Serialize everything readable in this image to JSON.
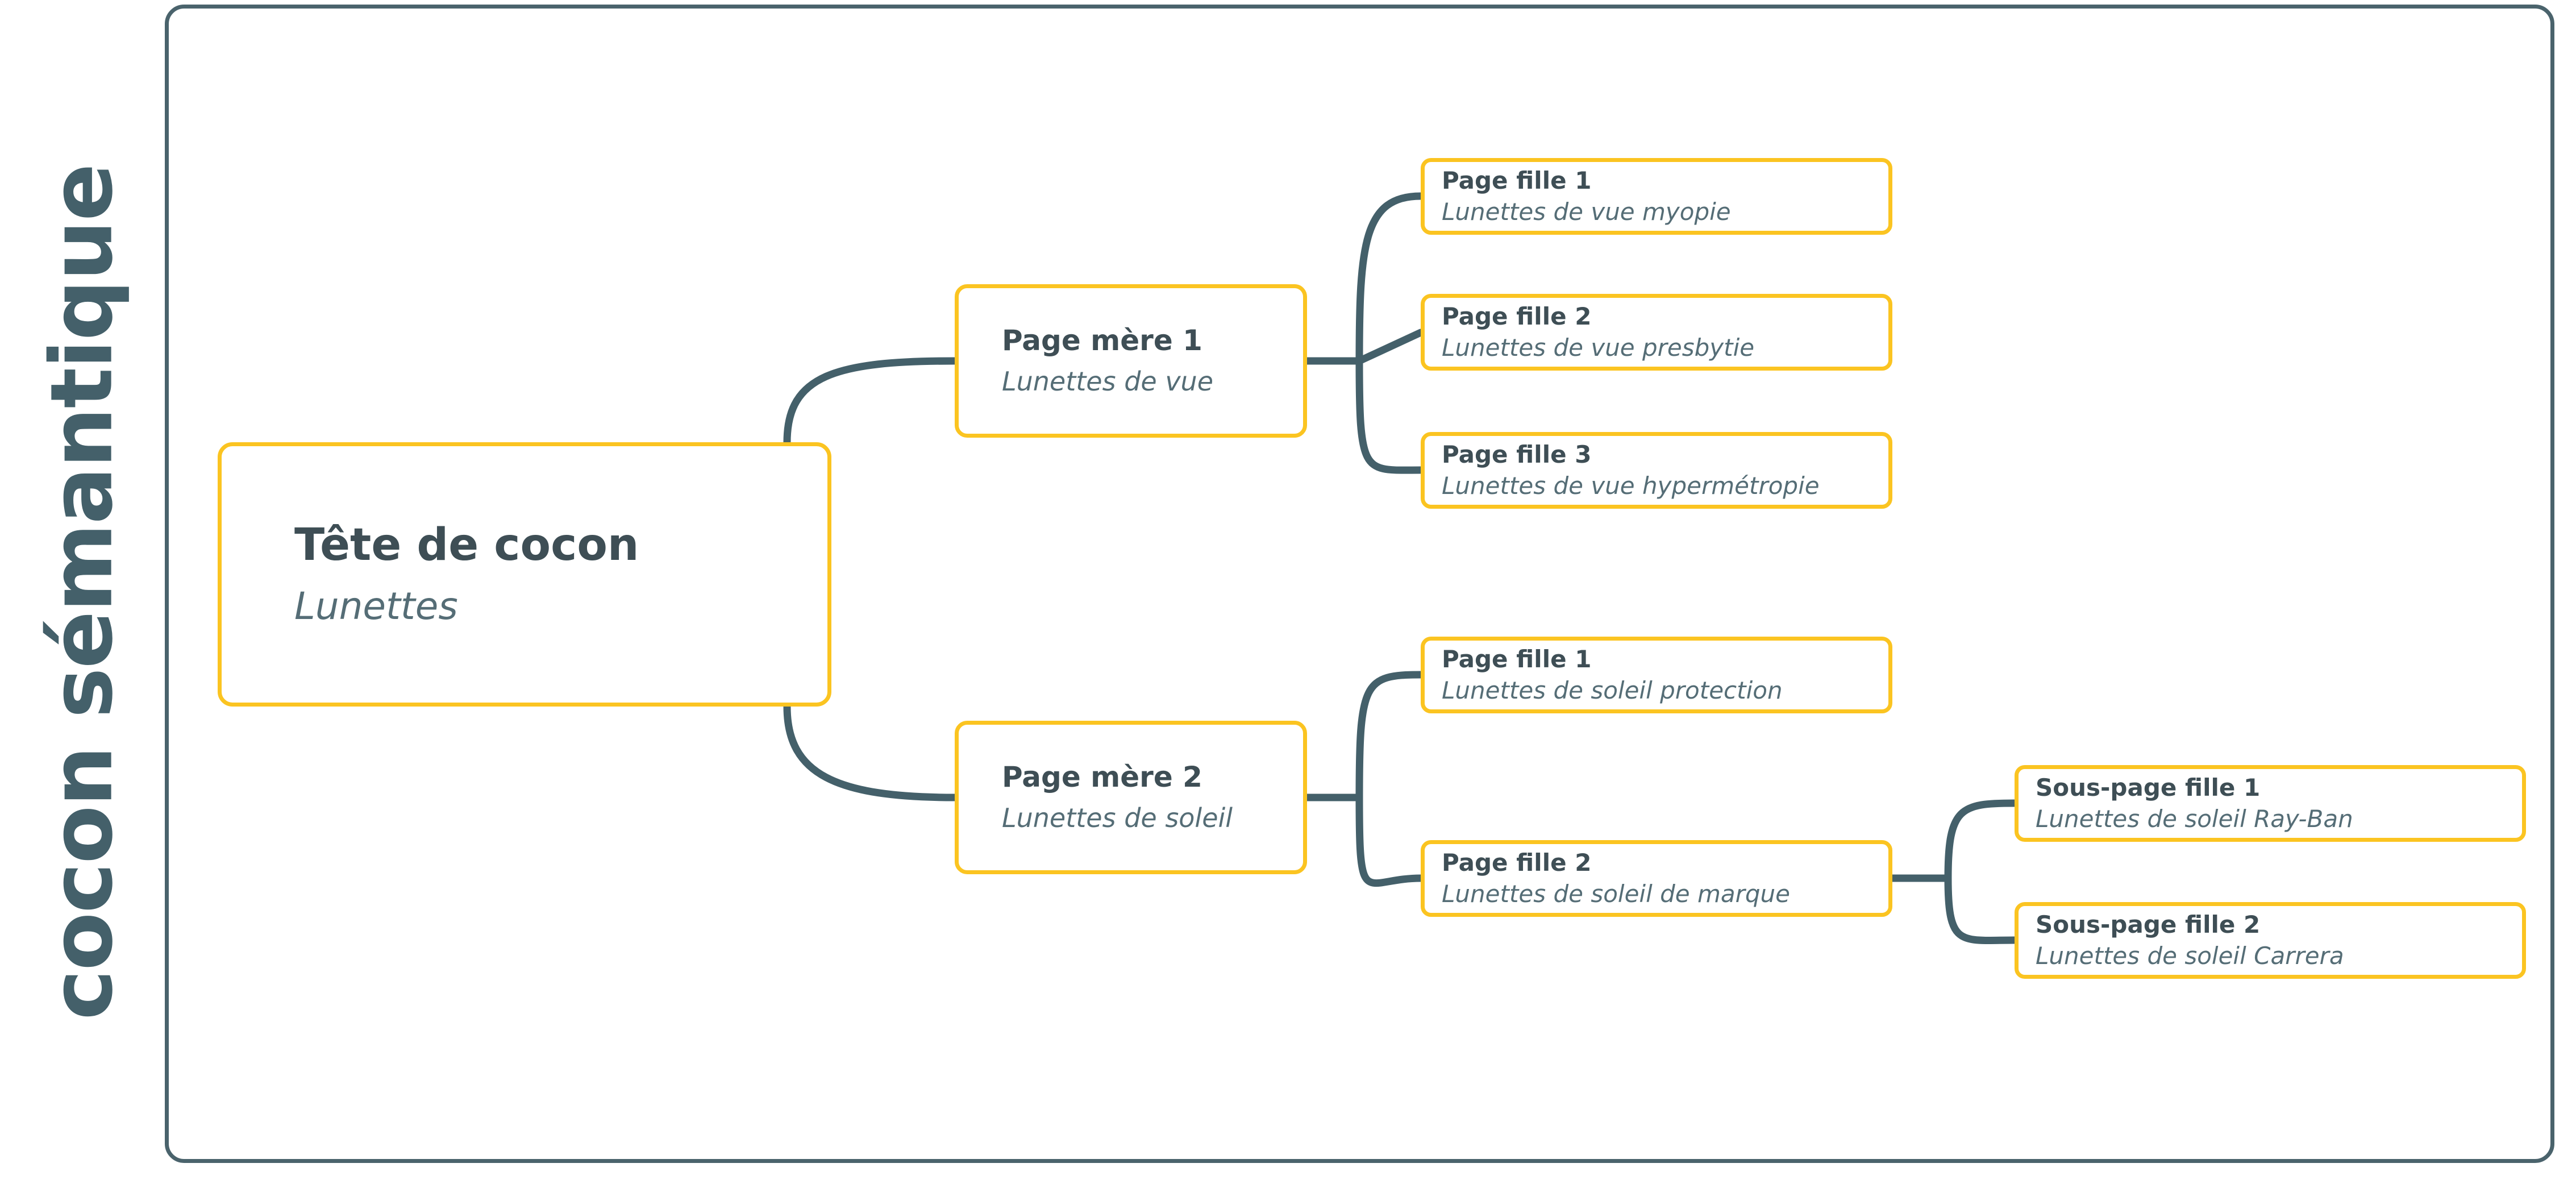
{
  "caption": {
    "text": "cocon sémantique"
  },
  "colors": {
    "node_border": "#FBC421",
    "connector": "#44606a",
    "frame_border": "#4a636c",
    "title_text": "#3e4e55",
    "subtitle_text": "#556d76",
    "background": "#ffffff"
  },
  "diagram": {
    "root": {
      "title": "Tête de cocon",
      "subtitle": "Lunettes"
    },
    "parents": [
      {
        "title": "Page mère 1",
        "subtitle": "Lunettes de vue",
        "children": [
          {
            "title": "Page fille 1",
            "subtitle": "Lunettes de vue myopie"
          },
          {
            "title": "Page fille 2",
            "subtitle": "Lunettes de vue presbytie"
          },
          {
            "title": "Page fille 3",
            "subtitle": "Lunettes de vue hypermétropie"
          }
        ]
      },
      {
        "title": "Page mère 2",
        "subtitle": "Lunettes de soleil",
        "children": [
          {
            "title": "Page fille 1",
            "subtitle": "Lunettes de soleil protection"
          },
          {
            "title": "Page fille 2",
            "subtitle": "Lunettes de soleil de marque",
            "children": [
              {
                "title": "Sous-page fille 1",
                "subtitle": "Lunettes de soleil Ray-Ban"
              },
              {
                "title": "Sous-page fille 2",
                "subtitle": "Lunettes de soleil Carrera"
              }
            ]
          }
        ]
      }
    ]
  }
}
